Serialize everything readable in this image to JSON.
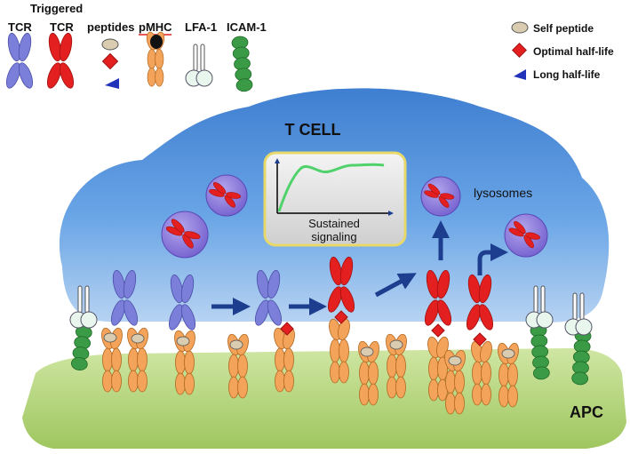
{
  "legend_top": {
    "tcr": "TCR",
    "triggered_line1": "Triggered",
    "triggered_line2": "TCR",
    "peptides": "peptides",
    "pmhc": "pMHC",
    "lfa1": "LFA-1",
    "icam1": "ICAM-1"
  },
  "legend_right": {
    "self_peptide": "Self peptide",
    "optimal": "Optimal half-life",
    "long": "Long half-life"
  },
  "cell_label": "T CELL",
  "apc_label": "APC",
  "lysosomes_label": "lysosomes",
  "inset": {
    "line1": "Sustained",
    "line2": "signaling"
  },
  "colors": {
    "tcr": "#7b7fd9",
    "triggered_tcr": "#e3201f",
    "pmhc": "#f4a35a",
    "self_peptide": "#d9ccb0",
    "lfa1": "#e8f6ee",
    "icam1": "#3a9a45",
    "cell": "#5b97dd",
    "apc": "#b7d77c",
    "arrow": "#1d3e8f",
    "lysosome": "#8a76d6",
    "signal_line": "#4fd26b"
  }
}
